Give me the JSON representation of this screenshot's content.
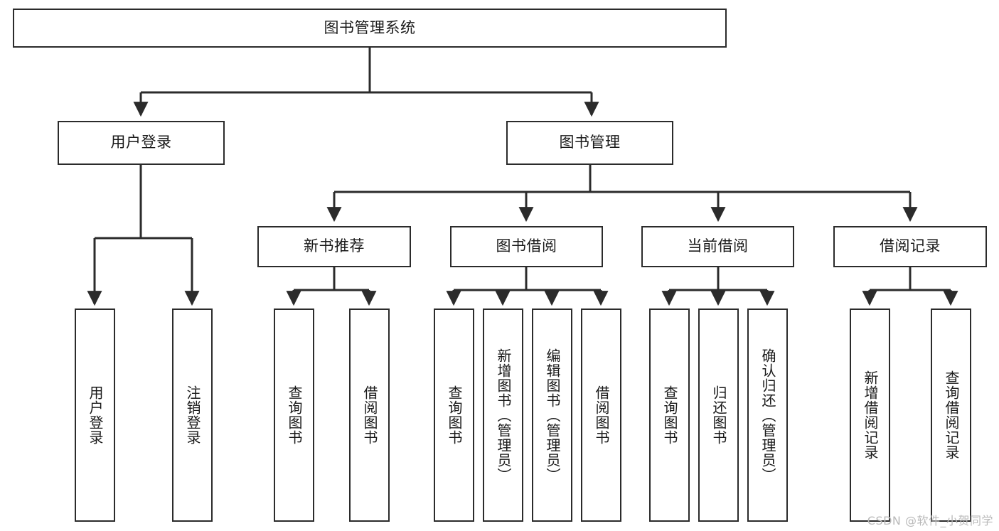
{
  "diagram": {
    "type": "tree",
    "title": "图书管理系统",
    "watermark": "CSDN @软件_小贺同学",
    "colors": {
      "box_border": "#2b2b2b",
      "box_fill": "#ffffff",
      "connector": "#2b2b2b",
      "text": "#1a1a1a",
      "watermark": "#b9b9b9"
    },
    "nodes": {
      "root": "图书管理系统",
      "level2": [
        "用户登录",
        "图书管理"
      ],
      "level3": [
        "新书推荐",
        "图书借阅",
        "当前借阅",
        "借阅记录"
      ],
      "leaves": {
        "user_login": [
          "用户登录",
          "注销登录"
        ],
        "new_book_recommend": [
          "查询图书",
          "借阅图书"
        ],
        "book_borrow": [
          "查询图书",
          "新增图书（管理员）",
          "编辑图书（管理员）",
          "借阅图书"
        ],
        "current_borrow": [
          "查询图书",
          "归还图书",
          "确认归还（管理员）"
        ],
        "borrow_record": [
          "新增借阅记录",
          "查询借阅记录"
        ]
      }
    }
  }
}
